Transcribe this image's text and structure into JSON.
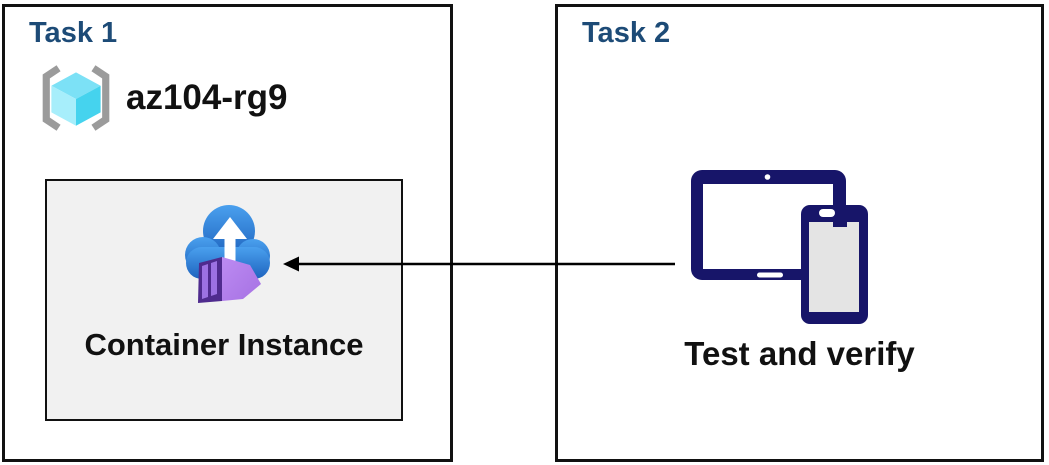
{
  "colors": {
    "title_blue": "#1d4b77",
    "box_border": "#111111",
    "ci_box_bg": "#f1f1f1",
    "text_black": "#111111",
    "bracket_gray": "#9b9b9b",
    "cube_top": "#7ce1f6",
    "cube_left": "#a7eefb",
    "cube_right": "#45d3ee",
    "cloud_top": "#4aa0ee",
    "cloud_bottom": "#1e63be",
    "container_dark": "#4f2b8e",
    "container_panel": "#9c71e2",
    "container_body_light": "#bc8bf2",
    "container_body_dark": "#a671e3",
    "device_navy": "#171569",
    "device_screen_gray": "#e4e4e4",
    "arrow_color": "#000000"
  },
  "task1": {
    "title": "Task 1",
    "resource_group_name": "az104-rg9",
    "container_instance_label": "Container Instance"
  },
  "task2": {
    "title": "Task 2",
    "caption": "Test and verify"
  },
  "icons": {
    "resource_group": "resource-group-icon",
    "container_instance": "container-instance-icon",
    "devices": "tablet-phone-icon"
  },
  "arrow": {
    "from": "tablet-phone-icon",
    "to": "container-instance-icon",
    "direction": "left"
  }
}
